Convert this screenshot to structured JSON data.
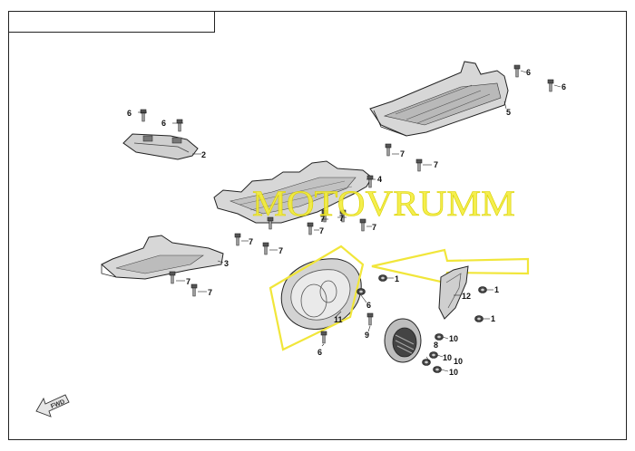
{
  "watermark": {
    "text": "MOTOVRUMM"
  },
  "fwd_label": "FWD",
  "callouts": {
    "c1a": "1",
    "c1b": "1",
    "c1c": "1",
    "c2": "2",
    "c3": "3",
    "c4": "4",
    "c5": "5",
    "c6a": "6",
    "c6b": "6",
    "c6c": "6",
    "c6d": "6",
    "c6e": "6",
    "c6f": "6",
    "c7a": "7",
    "c7b": "7",
    "c7c": "7",
    "c7d": "7",
    "c7e": "7",
    "c7f": "7",
    "c7g": "7",
    "c7h": "7",
    "c8": "8",
    "c9": "9",
    "c10a": "10",
    "c10b": "10",
    "c10c": "10",
    "c10d": "10",
    "c11": "11",
    "c12": "12"
  },
  "colors": {
    "line": "#222222",
    "part_fill": "#d7d7d7",
    "part_dark": "#8a8a8a",
    "highlight": "#f1e63a",
    "watermark": "#f3ec3a"
  }
}
